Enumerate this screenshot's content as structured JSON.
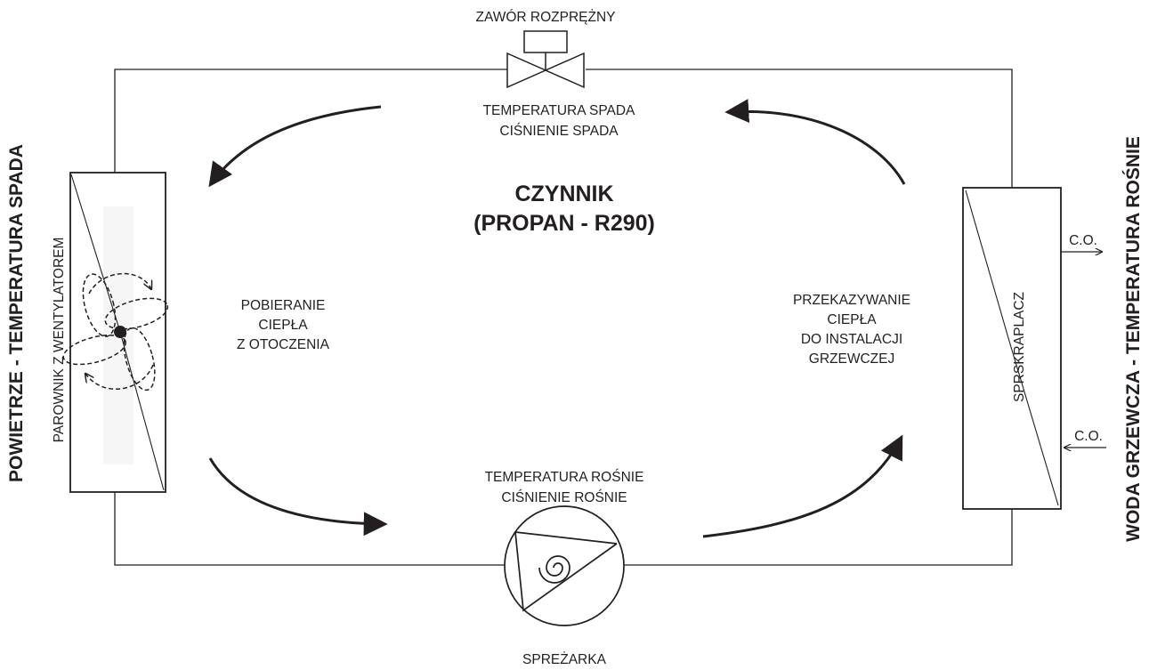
{
  "valve": {
    "label": "ZAWÓR ROZPRĘŻNY",
    "line1": "TEMPERATURA SPADA",
    "line2": "CIŚNIENIE SPADA"
  },
  "refrigerant": {
    "title_line1": "CZYNNIK",
    "title_line2": "(PROPAN - R290)"
  },
  "evaporator": {
    "label": "PAROWNIK Z WENTYLATOREM",
    "side_label": "POWIETRZE - TEMPERATURA SPADA",
    "heat_line1": "POBIERANIE",
    "heat_line2": "CIEPŁA",
    "heat_line3": "Z OTOCZENIA"
  },
  "condenser": {
    "label": "SPRSKRAPLACZ",
    "side_label": "WODA GRZEWCZA - TEMPERATURA ROŚNIE",
    "heat_line1": "PRZEKAZYWANIE",
    "heat_line2": "CIEPŁA",
    "heat_line3": "DO INSTALACJI",
    "heat_line4": "GRZEWCZEJ",
    "outlet_label": "C.O.",
    "inlet_label": "C.O."
  },
  "compressor": {
    "label": "SPREŻARKA",
    "line1": "TEMPERATURA ROŚNIE",
    "line2": "CIŚNIENIE ROŚNIE"
  },
  "colors": {
    "ink": "#231f20",
    "background": "#ffffff"
  }
}
